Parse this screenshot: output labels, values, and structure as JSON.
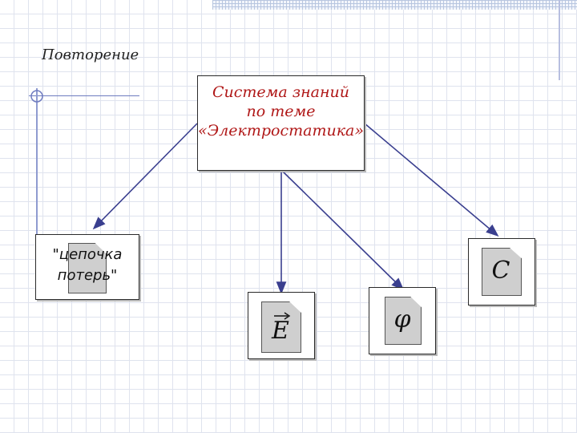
{
  "heading": "Повторение",
  "central_topic": {
    "line1": "Система знаний",
    "line2": "по теме",
    "line3": "«Электростатика»"
  },
  "nodes": {
    "loss_chain": {
      "line1": "\"цепочка",
      "line2": "потерь\""
    },
    "field_strength": {
      "symbol": "E"
    },
    "potential": {
      "symbol": "φ"
    },
    "capacitance": {
      "symbol": "C"
    }
  },
  "colors": {
    "central_text": "#b01818",
    "arrow": "#3a3f8f",
    "grid": "#dfe3ee"
  },
  "icons": [
    "document-icon",
    "arrow-icon"
  ]
}
